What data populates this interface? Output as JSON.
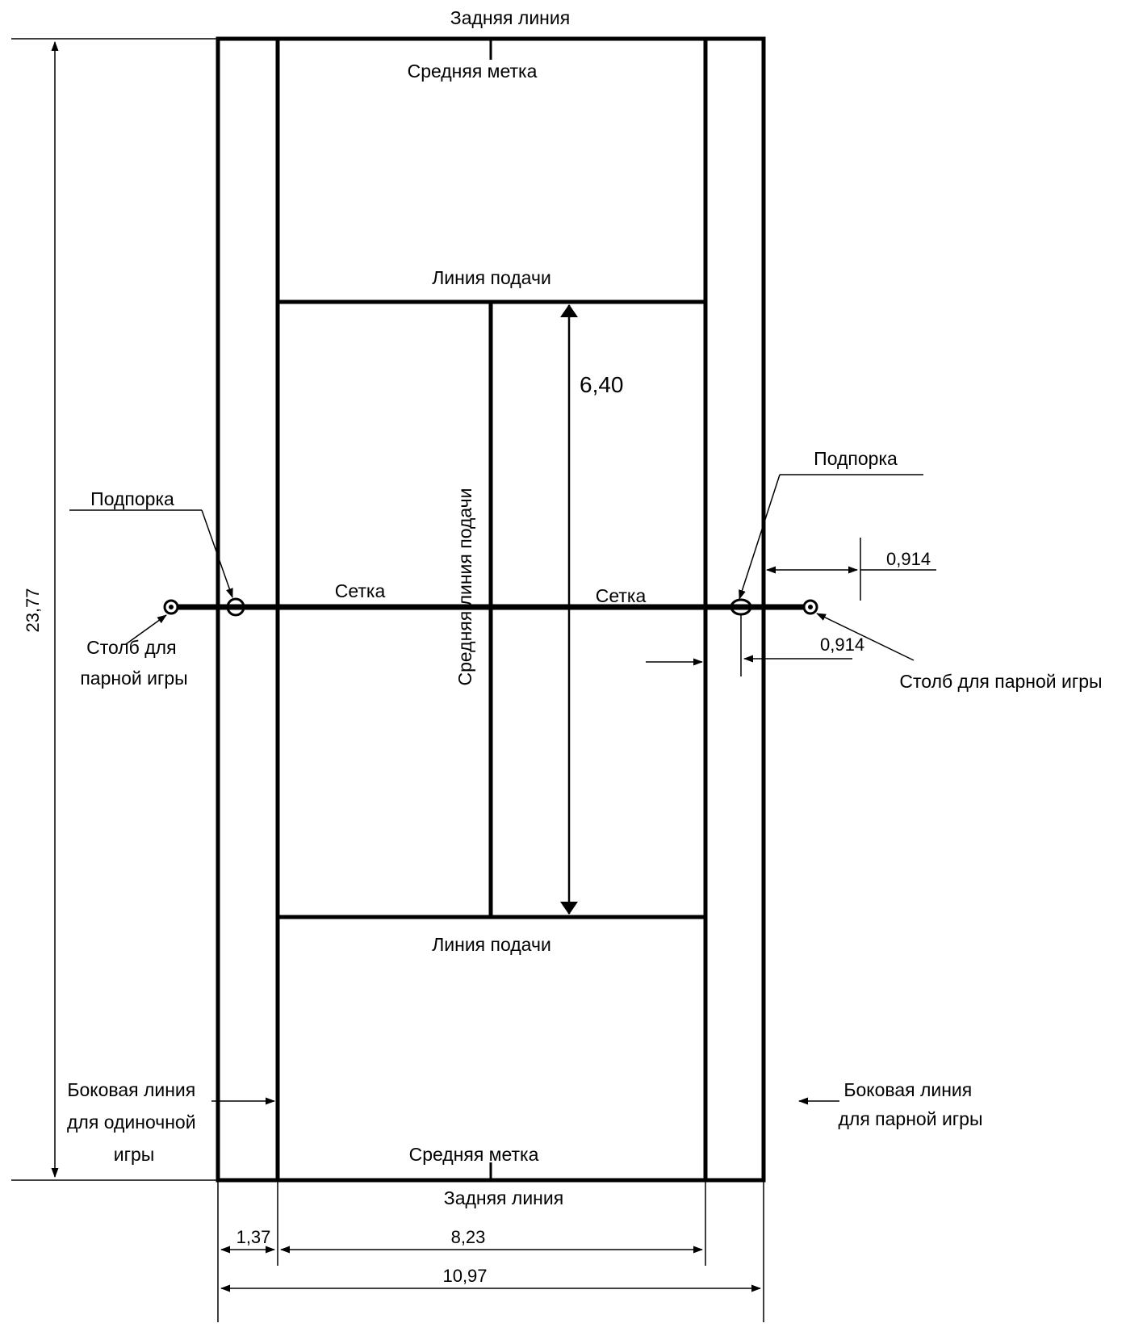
{
  "labels": {
    "baseline_top": "Задняя линия",
    "baseline_bottom": "Задняя линия",
    "center_mark_top": "Средняя метка",
    "center_mark_bottom": "Средняя метка",
    "service_line_top": "Линия подачи",
    "service_line_bottom": "Линия подачи",
    "center_service_line": "Средняя линия подачи",
    "net_left": "Сетка",
    "net_right": "Сетка",
    "support_left": "Подпорка",
    "support_right": "Подпорка",
    "doubles_post_left": [
      "Столб для",
      "парной игры"
    ],
    "doubles_post_right": "Столб для парной игры",
    "singles_sideline": [
      "Боковая линия",
      "для одиночной",
      "игры"
    ],
    "doubles_sideline": [
      "Боковая линия",
      "для парной игры"
    ]
  },
  "dimensions": {
    "court_length": "23,77",
    "service_box_length": "6,40",
    "post_offset_doubles": "0,914",
    "post_offset_singles": "0,914",
    "alley_width": "1,37",
    "singles_width": "8,23",
    "doubles_width": "10,97"
  },
  "colors": {
    "line": "#000000",
    "background": "#ffffff"
  }
}
